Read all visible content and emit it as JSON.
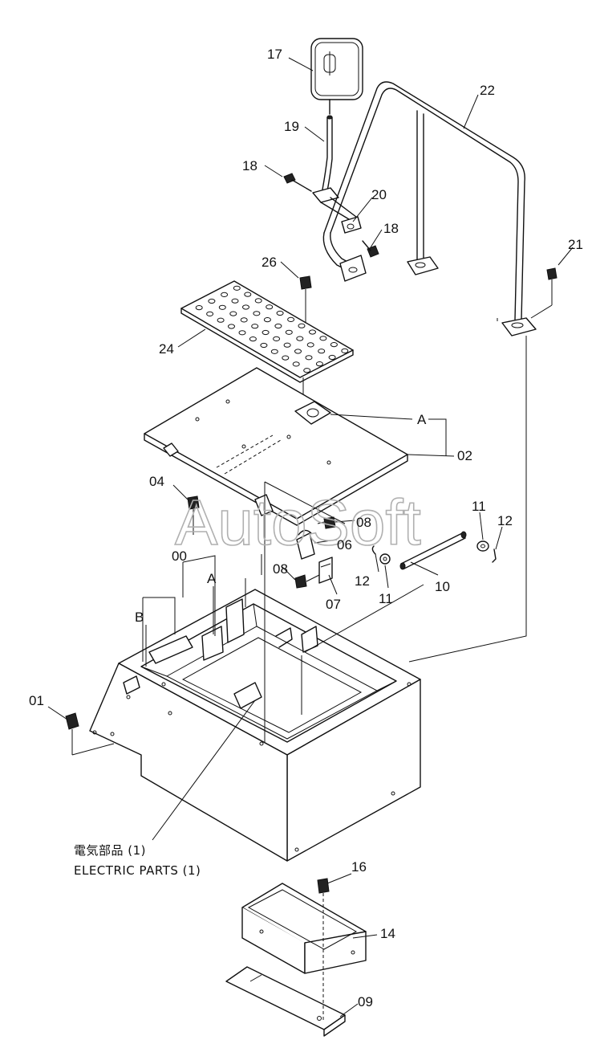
{
  "watermark": "AutoSoft",
  "note": {
    "line1": "電気部品 (1)",
    "line2": "ELECTRIC PARTS (1)"
  },
  "callouts": [
    {
      "id": "17",
      "label": "17"
    },
    {
      "id": "19",
      "label": "19"
    },
    {
      "id": "18a",
      "label": "18"
    },
    {
      "id": "20",
      "label": "20"
    },
    {
      "id": "18b",
      "label": "18"
    },
    {
      "id": "22",
      "label": "22"
    },
    {
      "id": "21",
      "label": "21"
    },
    {
      "id": "26",
      "label": "26"
    },
    {
      "id": "24",
      "label": "24"
    },
    {
      "id": "A1",
      "label": "A"
    },
    {
      "id": "02",
      "label": "02"
    },
    {
      "id": "04",
      "label": "04"
    },
    {
      "id": "08a",
      "label": "08"
    },
    {
      "id": "06",
      "label": "06"
    },
    {
      "id": "11a",
      "label": "11"
    },
    {
      "id": "12a",
      "label": "12"
    },
    {
      "id": "12b",
      "label": "12"
    },
    {
      "id": "11b",
      "label": "11"
    },
    {
      "id": "10",
      "label": "10"
    },
    {
      "id": "00",
      "label": "00"
    },
    {
      "id": "A2",
      "label": "A"
    },
    {
      "id": "08b",
      "label": "08"
    },
    {
      "id": "07",
      "label": "07"
    },
    {
      "id": "B",
      "label": "B"
    },
    {
      "id": "01",
      "label": "01"
    },
    {
      "id": "16",
      "label": "16"
    },
    {
      "id": "14",
      "label": "14"
    },
    {
      "id": "09",
      "label": "09"
    }
  ]
}
